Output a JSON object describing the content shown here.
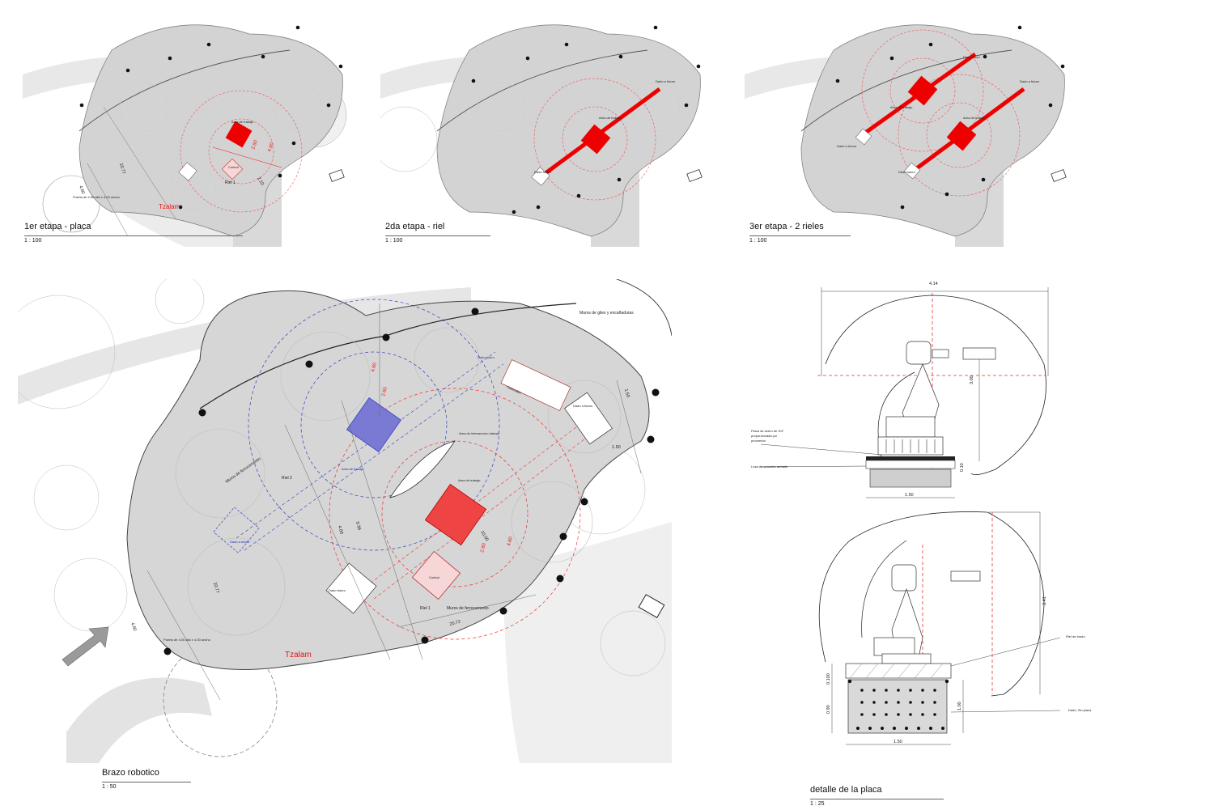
{
  "sheet": {
    "stages": [
      {
        "title": "1er etapa - placa",
        "scale": "1 : 100",
        "labels": {
          "work_area": "Area de trabajo",
          "control": "Control",
          "rail": "Riel 1",
          "door": "Puerta de 4.00 alto x 4.00 ancho",
          "brand": "Tzalam"
        },
        "dims": {
          "d1": "2.60",
          "d2": "4.60",
          "d3": "10.77",
          "d4": "4.60",
          "d5": "2.10"
        }
      },
      {
        "title": "2da  etapa - riel",
        "scale": "1 : 100",
        "labels": {
          "future_a": "Dado a futuro",
          "work_area": "Area de trabajo",
          "future_b": "Dado futuro"
        }
      },
      {
        "title": "3er  etapa - 2 rieles",
        "scale": "1 : 100",
        "labels": {
          "future_top": "Dado futuro",
          "future_a": "Dado a futuro",
          "work_area_1": "Area de trabajo",
          "work_area_2": "Area de trabajo",
          "future_left": "Dado a futuro",
          "future_b": "Dado futuro"
        }
      }
    ],
    "main_plan": {
      "title": "Brazo robotico",
      "scale": "1 : 50",
      "labels": {
        "walls_top": "Muros de giles y encañaduras",
        "cabezales": "Cabezales",
        "future_right": "Dado a futuro",
        "future_blue": "Dado futuro",
        "intersection": "Area de interseccion trabajo",
        "work_blue": "Area de trabajo",
        "work_red": "Area de trabajo",
        "walls_left": "Muros de ferrocemento",
        "rail2": "Riel 2",
        "future_left": "Dado a futuro",
        "dado_futuro": "Dado futuro",
        "control": "Control",
        "rail1": "Riel 1",
        "walls_bottom": "Muros de ferrocemento",
        "door": "Puerta de 4.00 alto x 4.00 ancho",
        "brand": "Tzalam"
      },
      "dims": {
        "blue_r1": "4.60",
        "blue_r2": "2.60",
        "red_r1": "2.60",
        "red_r2": "4.60",
        "len_a": "10.00",
        "len_b": "9.36",
        "len_c": "4.00",
        "len_d": "10.77",
        "len_e": "4.60",
        "len_f": "20.72",
        "side_a": "1.50",
        "side_b": "1.50"
      }
    },
    "detail": {
      "title": "detalle de la placa",
      "scale": "1 : 25",
      "top_dims": {
        "width": "4.14",
        "height": "3.00",
        "base": "1.50",
        "plate": "0.10"
      },
      "top_labels": {
        "plate_note": "Placa de acero de 3/4\", proporcionada por proveedor",
        "slab": "Losa de concreto armado"
      },
      "bottom_dims": {
        "height": "3.41",
        "d1": "0.100",
        "d2": "0.90",
        "d3": "1.00",
        "base": "1.50"
      },
      "bottom_labels": {
        "rail": "Riel de brazo",
        "die": "Dado, Sin placa"
      }
    }
  }
}
